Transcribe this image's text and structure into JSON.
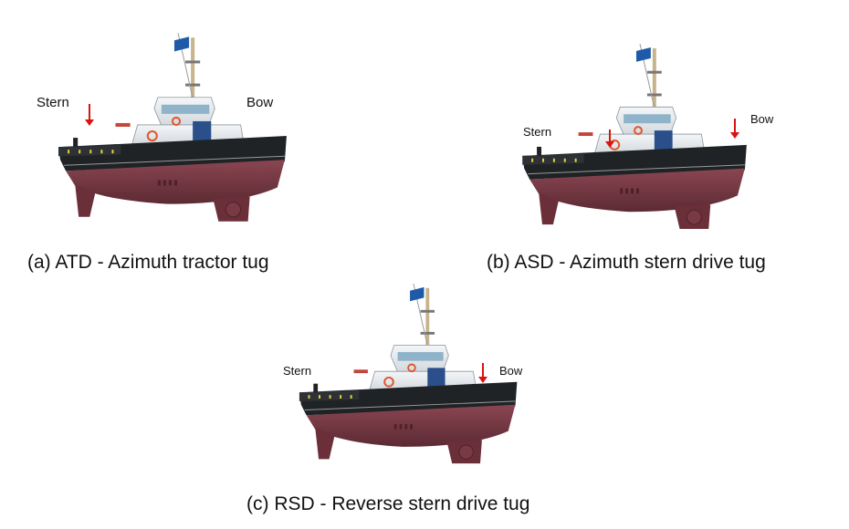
{
  "panels": [
    {
      "caption": "(a) ATD - Azimuth tractor tug",
      "stern_label": "Stern",
      "bow_label": "Bow"
    },
    {
      "caption": "(b) ASD - Azimuth stern drive tug",
      "stern_label": "Stern",
      "bow_label": "Bow"
    },
    {
      "caption": "(c) RSD - Reverse stern drive tug",
      "stern_label": "Stern",
      "bow_label": "Bow"
    }
  ],
  "colors": {
    "hull_lower": "#7a3a45",
    "hull_upper": "#1f2326",
    "superstructure": "#e8ecef",
    "arrow": "#dd1111",
    "flag": "#1e5aa8"
  }
}
